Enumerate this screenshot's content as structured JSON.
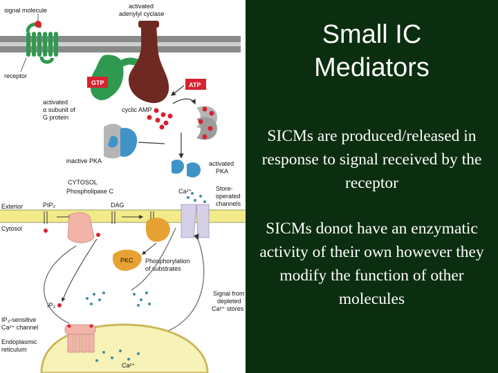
{
  "slide": {
    "title_line1": "Small IC",
    "title_line2": "Mediators",
    "paragraphs": [
      "SICMs are produced/released in response to signal received by the receptor",
      "SICMs donot have an enzymatic activity of their own however they modify the function of other molecules"
    ]
  },
  "diagram": {
    "labels": {
      "signal_molecule": "signal molecule",
      "activated_ac_1": "activated",
      "activated_ac_2": "adenylyl cyclase",
      "receptor": "receptor",
      "gtp": "GTP",
      "atp": "ATP",
      "g_alpha_1": "activated",
      "g_alpha_2": "α subunit of",
      "g_alpha_3": "G protein",
      "cyclic_amp": "cyclic AMP",
      "inactive_pka": "inactive PKA",
      "activated_pka_1": "activated",
      "activated_pka_2": "PKA",
      "cytosol_heading": "CYTOSOL",
      "phospholipase_c": "Phospholipase C",
      "ca2_top": "Ca²⁺",
      "store_operated_1": "Store-",
      "store_operated_2": "operated",
      "store_operated_3": "channels",
      "exterior": "Exterior",
      "cytosol_side": "Cytosol",
      "pip2": "PIP₂",
      "dag": "DAG",
      "pkc": "PKC",
      "phosphorylation_1": "Phosphorylation",
      "phosphorylation_2": "of substrates",
      "ip3": "IP₃",
      "signal_from_1": "Signal from",
      "signal_from_2": "depleted",
      "signal_from_3": "Ca²⁺ stores",
      "ip3_channel_1": "IP₃-sensitive",
      "ip3_channel_2": "Ca²⁺ channel",
      "er_1": "Endoplasmic",
      "er_2": "reticulum",
      "ca2_bottom": "Ca²⁺"
    }
  },
  "colors": {
    "text_panel_bg": "#0c2e10",
    "membrane_gray": "#8a8a8a",
    "membrane_yellow": "#f3ea8a",
    "receptor_green": "#2f9a4f",
    "cyclase_brown": "#6e2a22",
    "badge_red": "#d8222f",
    "pka_blue": "#3f93c6",
    "pkc_orange": "#e7a234",
    "plc_pink": "#f2b3a8",
    "channel_lavender": "#d6cfe8"
  }
}
